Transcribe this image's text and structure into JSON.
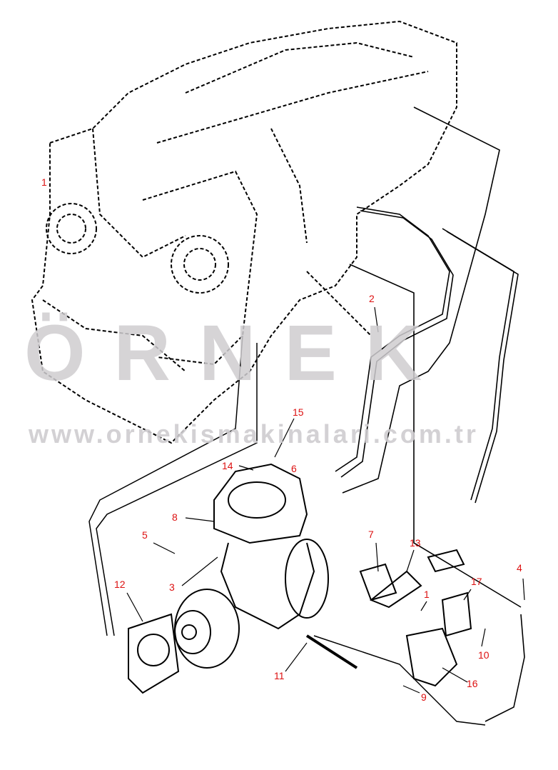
{
  "watermark": {
    "logo": "ÖRNEK",
    "url": "www.ornekismakinalari.com.tr"
  },
  "callouts": [
    "1",
    "2",
    "15",
    "14",
    "6",
    "8",
    "5",
    "7",
    "13",
    "3",
    "12",
    "1",
    "17",
    "4",
    "10",
    "11",
    "16",
    "9"
  ],
  "colors": {
    "callout": "#dd1111",
    "line": "#000000",
    "watermark": "#cfcdd0"
  }
}
